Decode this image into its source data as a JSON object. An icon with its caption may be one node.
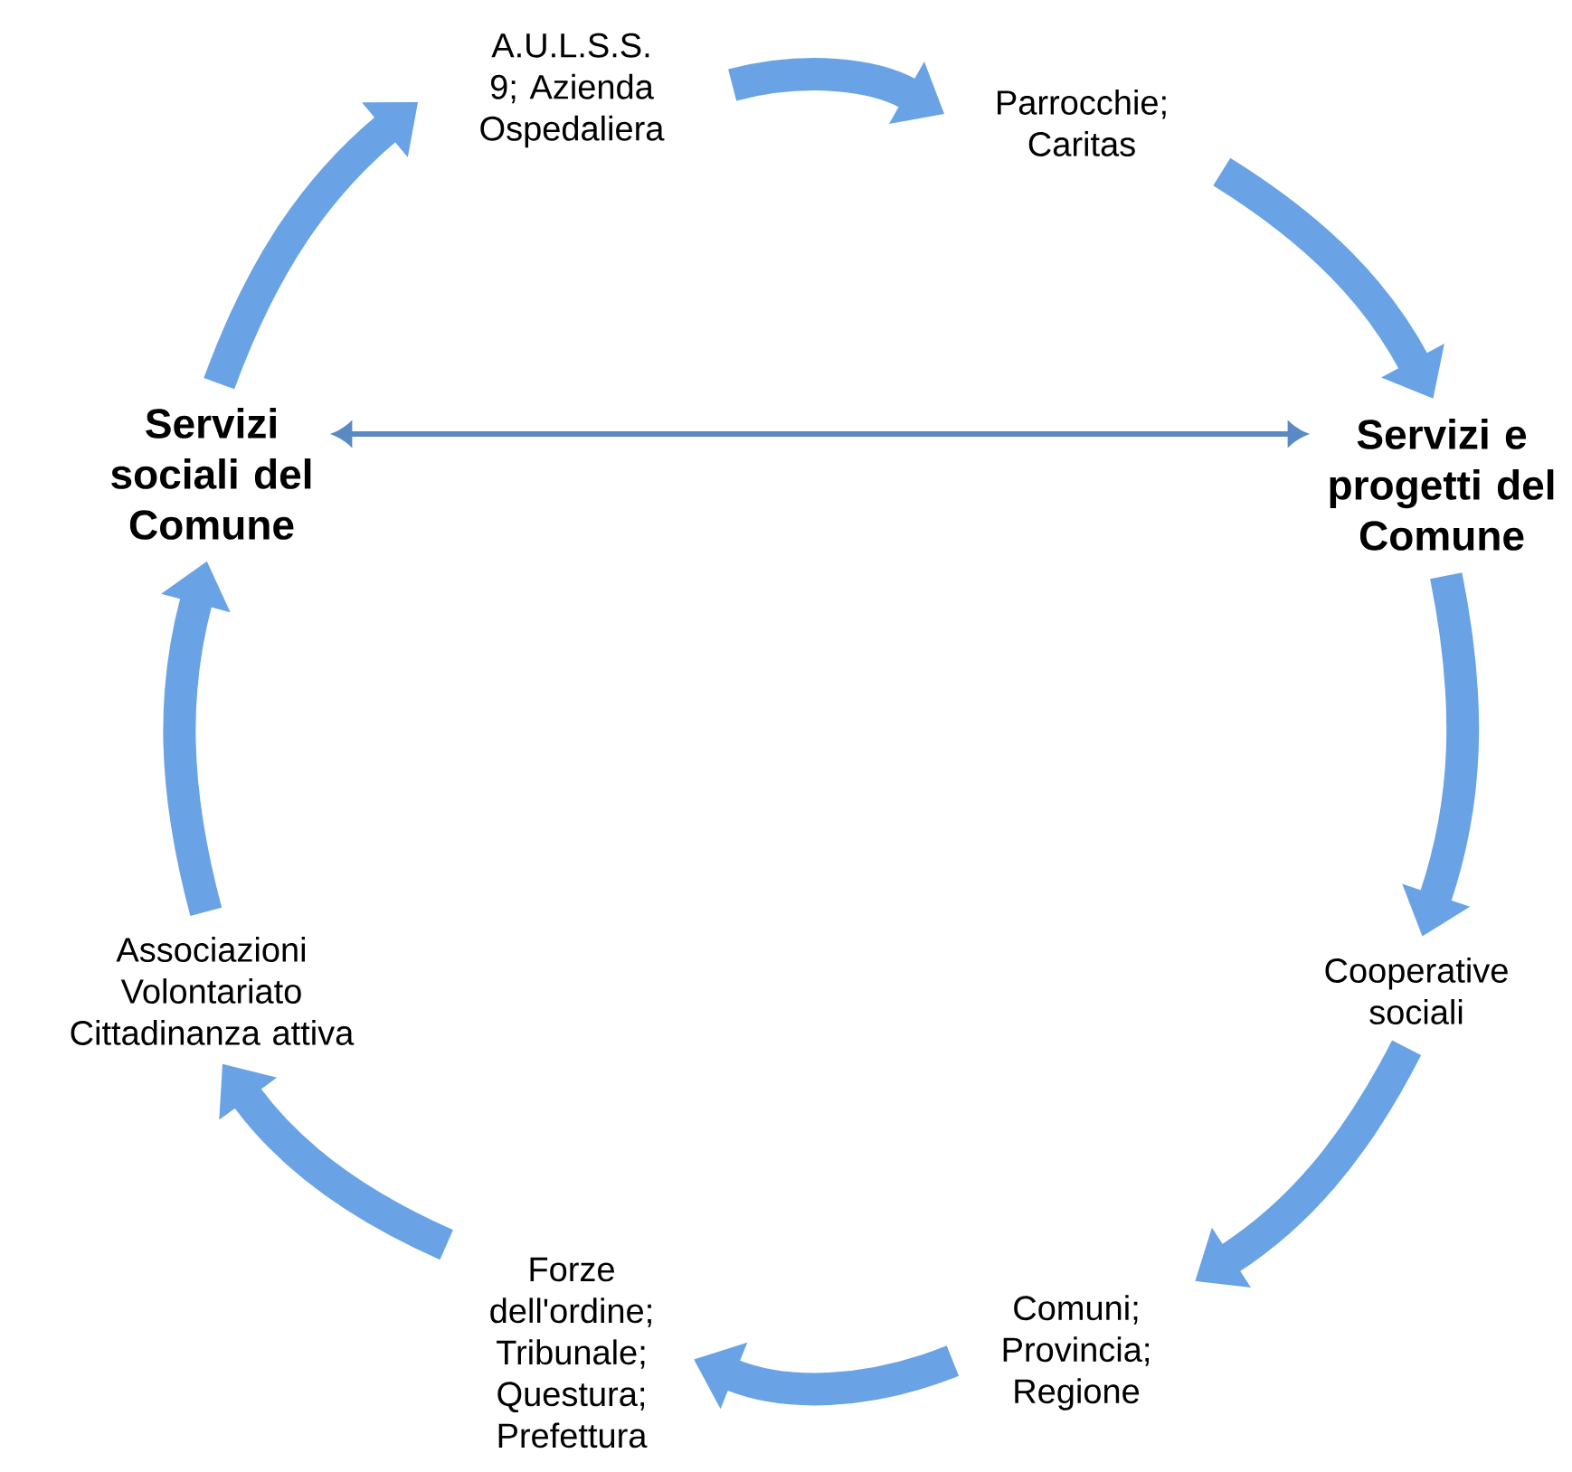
{
  "diagram": {
    "nodes": [
      {
        "text": [
          "A.U.L.S.S. 9; Azienda Ospedaliera"
        ]
      },
      {
        "text": [
          "Parrocchie; Caritas"
        ]
      },
      {
        "text": [
          "Servizi sociali del Comune"
        ]
      },
      {
        "text": [
          "Servizi e progetti del Comune"
        ]
      },
      {
        "text": [
          "Cooperative sociali"
        ]
      },
      {
        "text": [
          "Associazioni Volontariato Cittadinanza attiva"
        ]
      },
      {
        "text": [
          "Forze dell'ordine; Tribunale; Questura; Prefettura"
        ]
      },
      {
        "text": [
          "Comuni; Provincia; Regione"
        ]
      }
    ],
    "edges": [
      {
        "from": 0,
        "to": 1,
        "arrow": "to"
      },
      {
        "from": 1,
        "to": 3,
        "arrow": "to"
      },
      {
        "from": 3,
        "to": 4,
        "arrow": "to"
      },
      {
        "from": 4,
        "to": 7,
        "arrow": "to"
      },
      {
        "from": 7,
        "to": 6,
        "arrow": "to"
      },
      {
        "from": 6,
        "to": 5,
        "arrow": "to"
      },
      {
        "from": 5,
        "to": 2,
        "arrow": "to"
      },
      {
        "from": 2,
        "to": 0,
        "arrow": "to"
      },
      {
        "from": 2,
        "to": 3,
        "arrow": "both"
      }
    ]
  }
}
